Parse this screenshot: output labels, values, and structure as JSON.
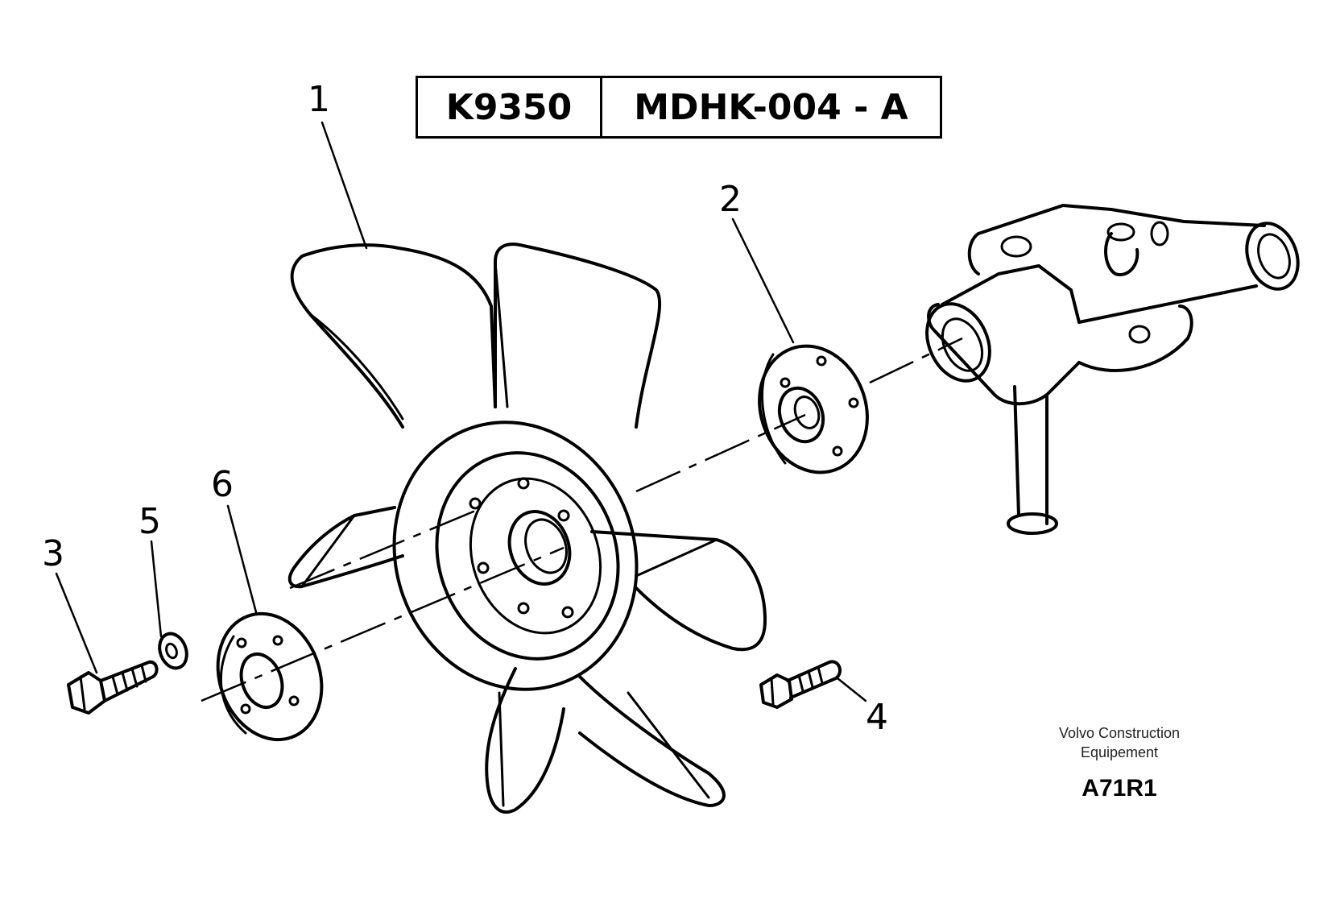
{
  "reference": {
    "machine_code": "K9350",
    "drawing_code": "MDHK-004 - A"
  },
  "callouts": {
    "c1": "1",
    "c2": "2",
    "c3": "3",
    "c4": "4",
    "c5": "5",
    "c6": "6"
  },
  "footer": {
    "brand_line1": "Volvo Construction",
    "brand_line2": "Equipement",
    "figure_code": "A71R1"
  }
}
